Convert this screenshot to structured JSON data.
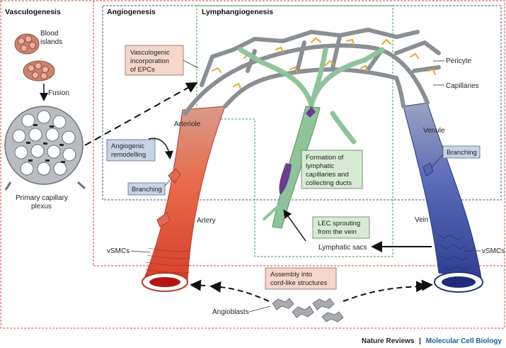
{
  "sections": {
    "vasculogenesis": "Vasculogenesis",
    "angiogenesis": "Angiogenesis",
    "lymphangiogenesis": "Lymphangiogenesis"
  },
  "labels": {
    "blood_islands_1": "Blood",
    "blood_islands_2": "islands",
    "fusion": "Fusion",
    "primary_plexus_1": "Primary capillary",
    "primary_plexus_2": "plexus",
    "arteriole": "Arteriole",
    "artery": "Artery",
    "vsmcs_left": "vSMCs",
    "angioblasts": "Angioblasts",
    "pericyte": "Pericyte",
    "capillaries": "Capillaries",
    "venule": "Venule",
    "vein": "Vein",
    "vsmcs_right": "vSMCs",
    "lymphatic_sacs": "Lymphatic sacs"
  },
  "boxes": {
    "vasculogenic_epcs": [
      "Vasculogenic",
      "incorporation",
      "of EPCs"
    ],
    "angiogenic_remodelling": [
      "Angiogenic",
      "remodelling"
    ],
    "branching_left": [
      "Branching"
    ],
    "branching_right": [
      "Branching"
    ],
    "lymphatic_formation": [
      "Formation of",
      "lymphatic",
      "capillaries and",
      "collecting ducts"
    ],
    "lec_sprouting": [
      "LEC sprouting",
      "from the vein"
    ],
    "cord_assembly": [
      "Assembly into",
      "cord-like structures"
    ]
  },
  "credit": {
    "journal": "Nature Reviews",
    "separator": "|",
    "subject": "Molecular Cell Biology"
  },
  "colors": {
    "red_dash": "#d9453b",
    "blue_dash": "#3d5a87",
    "green_dash": "#3f9b55",
    "artery": "#e0533a",
    "vein": "#3b4fa6",
    "capillary": "#8a8f94",
    "lymph": "#8fc49a",
    "pericyte": "#e3a92a",
    "box_pink": "#f6d6c9",
    "box_blue": "#c9d3e6",
    "box_green": "#d7ebd4",
    "credit_blue": "#1a5ea8"
  }
}
